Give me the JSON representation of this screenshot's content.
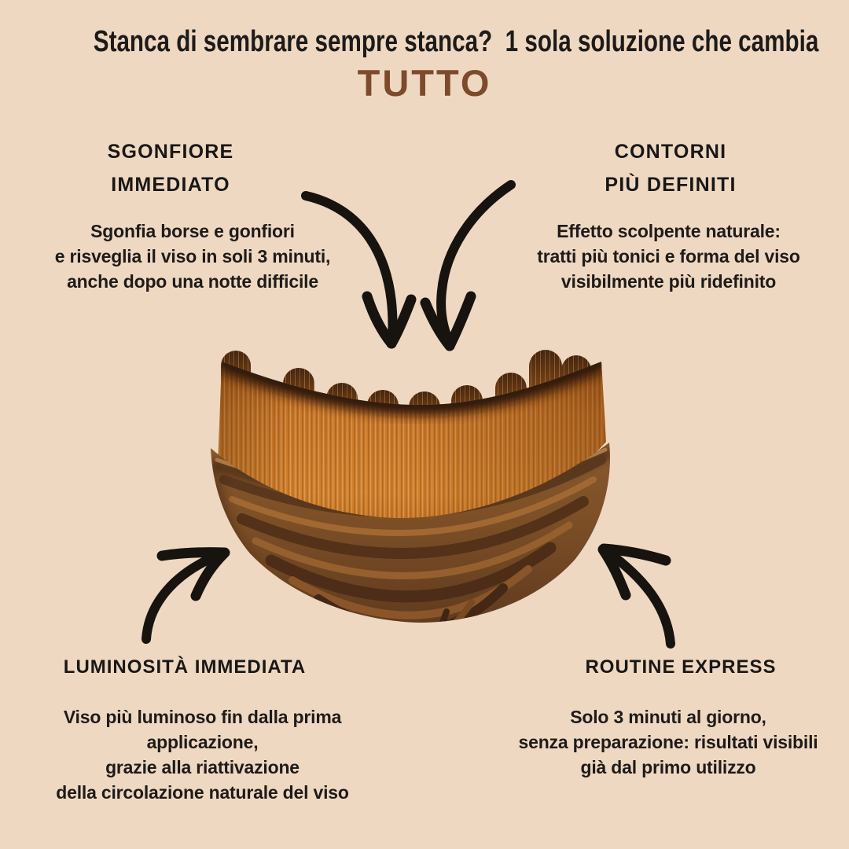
{
  "header": {
    "headline": "Stanca di sembrare sempre stanca?  1 sola soluzione che cambia",
    "emphasis": "TUTTO"
  },
  "features": [
    {
      "id": "sgonfiore-immediato",
      "title": "SGONFIORE\nIMMEDIATO",
      "body": "Sgonfia borse e gonfiori\ne risveglia il viso in soli 3 minuti,\nanche dopo una notte difficile"
    },
    {
      "id": "contorni-piu-definiti",
      "title": "CONTORNI\nPIÙ DEFINITI",
      "body": "Effetto scolpente naturale:\ntratti più tonici e forma del viso\nvisibilmente più ridefinito"
    },
    {
      "id": "luminosita-immediata",
      "title": "LUMINOSITÀ IMMEDIATA",
      "body": "Viso più luminoso fin dalla prima\napplicazione,\ngrazie alla riattivazione\ndella circolazione naturale del viso"
    },
    {
      "id": "routine-express",
      "title": "ROUTINE EXPRESS",
      "body": "Solo 3 minuti al giorno,\nsenza preparazione: risultati visibili\ngià dal primo utilizzo"
    }
  ],
  "icons": {
    "center_image": "wooden-face-massage-brush",
    "annotations": [
      "curved-arrow-top-left",
      "curved-arrow-top-right",
      "curved-arrow-bottom-left",
      "curved-arrow-bottom-right"
    ]
  },
  "colors": {
    "background": "#efd8c2",
    "text": "#1d1b1a",
    "accent_brown": "#7d4a2c",
    "arrow": "#17130f",
    "bristle_orange": "#c9782a",
    "bristle_tip": "#3a1e0a",
    "wood_dark": "#543219",
    "wood_light": "#a26832"
  }
}
